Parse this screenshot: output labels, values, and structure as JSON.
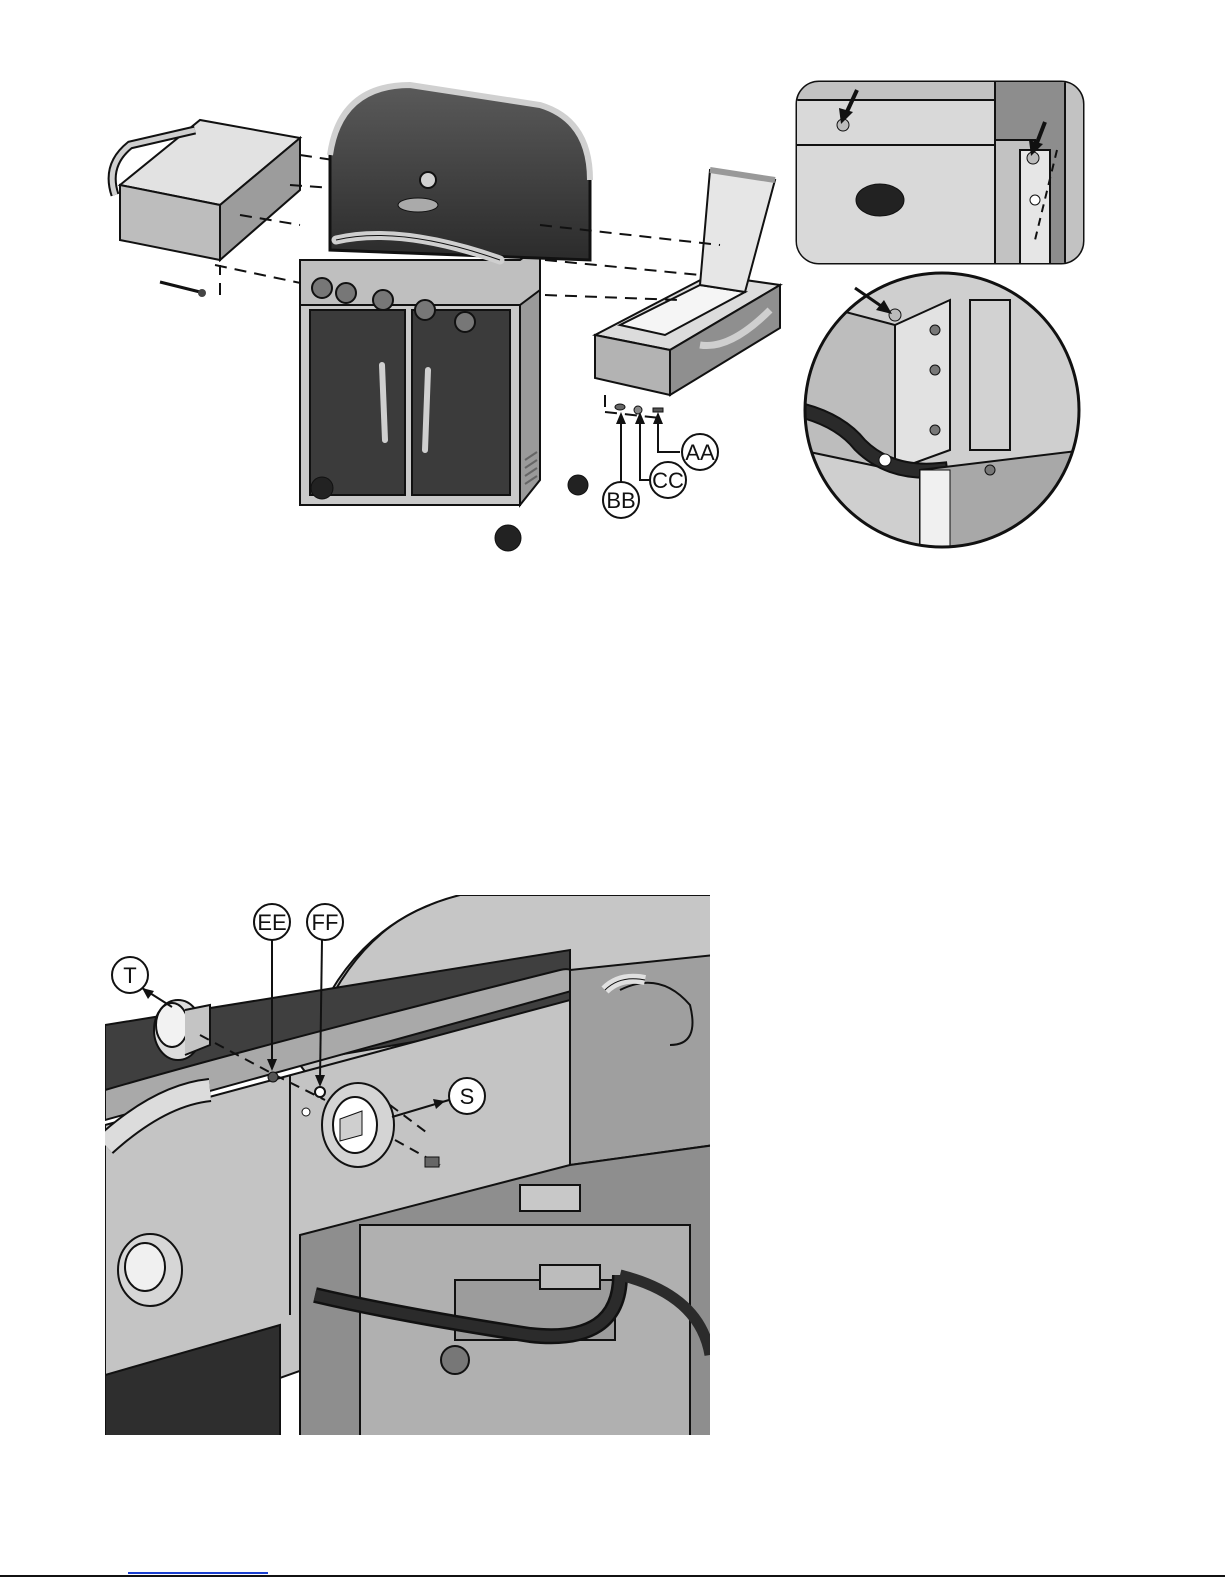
{
  "figure_top": {
    "callouts": {
      "aa": "AA",
      "bb": "BB",
      "cc": "CC"
    }
  },
  "figure_bottom": {
    "callouts": {
      "t": "T",
      "ee": "EE",
      "ff": "FF",
      "s": "S"
    }
  },
  "colors": {
    "line": "#111111",
    "dark_panel": "#3a3a3a",
    "steel": "#b8b8b8",
    "steel_light": "#d9d9d9",
    "steel_dark": "#8a8a8a"
  }
}
